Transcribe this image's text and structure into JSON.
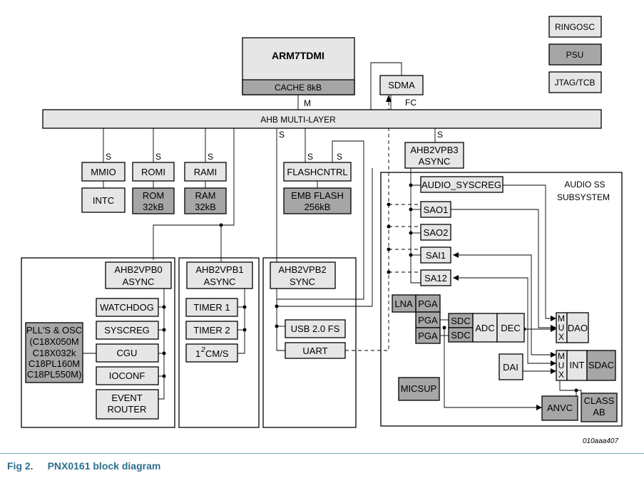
{
  "blocks": {
    "cpu": "ARM7TDMI",
    "cache": "CACHE 8kB",
    "sdma": "SDMA",
    "ahb": "AHB MULTI-LAYER",
    "ringosc": "RINGOSC",
    "psu": "PSU",
    "jtag": "JTAG/TCB",
    "mmio": "MMIO",
    "intc": "INTC",
    "romi": "ROMI",
    "rom": [
      "ROM",
      "32kB"
    ],
    "rami": "RAMI",
    "ram": [
      "RAM",
      "32kB"
    ],
    "flashcntrl": "FLASHCNTRL",
    "embflash": [
      "EMB FLASH",
      "256kB"
    ],
    "ahb2vpb3": [
      "AHB2VPB3",
      "ASYNC"
    ],
    "audio_syscreg": "AUDIO_SYSCREG",
    "audio_ss": [
      "AUDIO SS",
      "SUBSYSTEM"
    ],
    "sao1": "SAO1",
    "sao2": "SAO2",
    "sai1": "SAI1",
    "sai2": "SA12",
    "ahb2vpb0": [
      "AHB2VPB0",
      "ASYNC"
    ],
    "ahb2vpb1": [
      "AHB2VPB1",
      "ASYNC"
    ],
    "ahb2vpb2": [
      "AHB2VPB2",
      "SYNC"
    ],
    "watchdog": "WATCHDOG",
    "syscreg": "SYSCREG",
    "cgu": "CGU",
    "ioconf": "IOCONF",
    "event_router": [
      "EVENT",
      "ROUTER"
    ],
    "pll": [
      "PLL'S & OSC",
      "(C18X050M",
      "C18X032k",
      "C18PL160M",
      "C18PL550M)"
    ],
    "timer1": "TIMER 1",
    "timer2": "TIMER 2",
    "i2c": [
      "1",
      "2",
      "CM/S"
    ],
    "usb": "USB 2.0 FS",
    "uart": "UART",
    "lna": "LNA",
    "pga1": "PGA",
    "pga2": "PGA",
    "pga3": "PGA",
    "sdc1": "SDC",
    "sdc2": "SDC",
    "adc": "ADC",
    "dec": "DEC",
    "mux1": [
      "M",
      "U",
      "X"
    ],
    "dao": "DAO",
    "dai": "DAI",
    "mux2": [
      "M",
      "U",
      "X"
    ],
    "int": "INT",
    "sdac": "SDAC",
    "micsup": "MICSUP",
    "anvc": "ANVC",
    "classab": [
      "CLASS",
      "AB"
    ]
  },
  "labels": {
    "m": "M",
    "fc": "FC",
    "s": "S"
  },
  "figure_id": "010aaa407",
  "caption": {
    "number": "Fig 2.",
    "title": "PNX0161 block diagram"
  }
}
